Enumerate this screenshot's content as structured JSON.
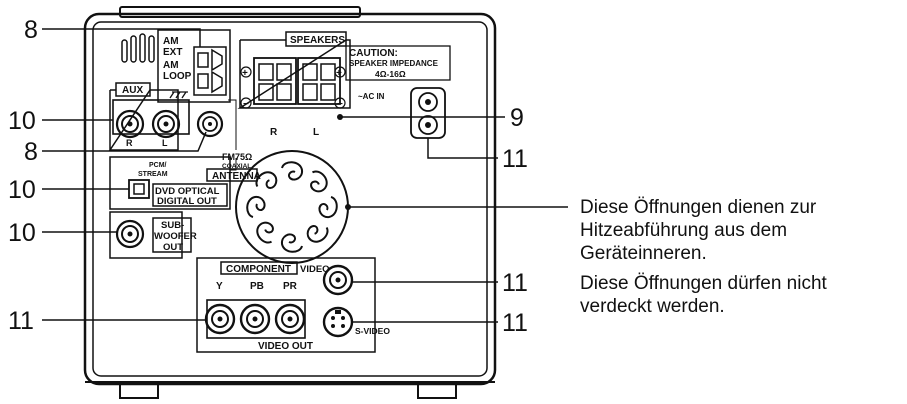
{
  "antenna": {
    "am_ext": "AM",
    "am_ext2": "EXT",
    "am_loop": "AM",
    "am_loop2": "LOOP",
    "fm": "FM75Ω",
    "coaxial": "COAXIAL",
    "label": "ANTENNA"
  },
  "speakers": {
    "label": "SPEAKERS",
    "caution_title": "CAUTION:",
    "caution_line1": "SPEAKER IMPEDANCE",
    "caution_line2": "4Ω-16Ω",
    "right": "R",
    "left": "L",
    "plus": "+",
    "minus": "−"
  },
  "ac_in": "~AC IN",
  "aux": {
    "label": "AUX",
    "right": "R",
    "left": "L"
  },
  "optical": {
    "pcm": "PCM/",
    "stream": "STREAM",
    "line1": "DVD OPTICAL",
    "line2": "DIGITAL OUT"
  },
  "subwoofer": {
    "line1": "SUB-",
    "line2": "WOOFER",
    "line3": "OUT"
  },
  "video": {
    "component": "COMPONENT",
    "y": "Y",
    "pb": "PB",
    "pr": "PR",
    "video": "VIDEO",
    "svideo": "S-VIDEO",
    "video_out": "VIDEO  OUT"
  },
  "callouts": {
    "antenna_num": "8",
    "fm_num": "8",
    "aux_num": "10",
    "optical_num": "10",
    "subwoofer_num": "10",
    "component_num": "11",
    "speakers_num": "9",
    "acin_num": "11",
    "video_num": "11",
    "svideo_num": "11"
  },
  "note": {
    "line1": "Diese Öffnungen dienen zur",
    "line2": "Hitzeabführung aus dem",
    "line3": "Geräteinneren.",
    "line4": "Diese Öffnungen dürfen nicht",
    "line5": "verdeckt werden."
  }
}
